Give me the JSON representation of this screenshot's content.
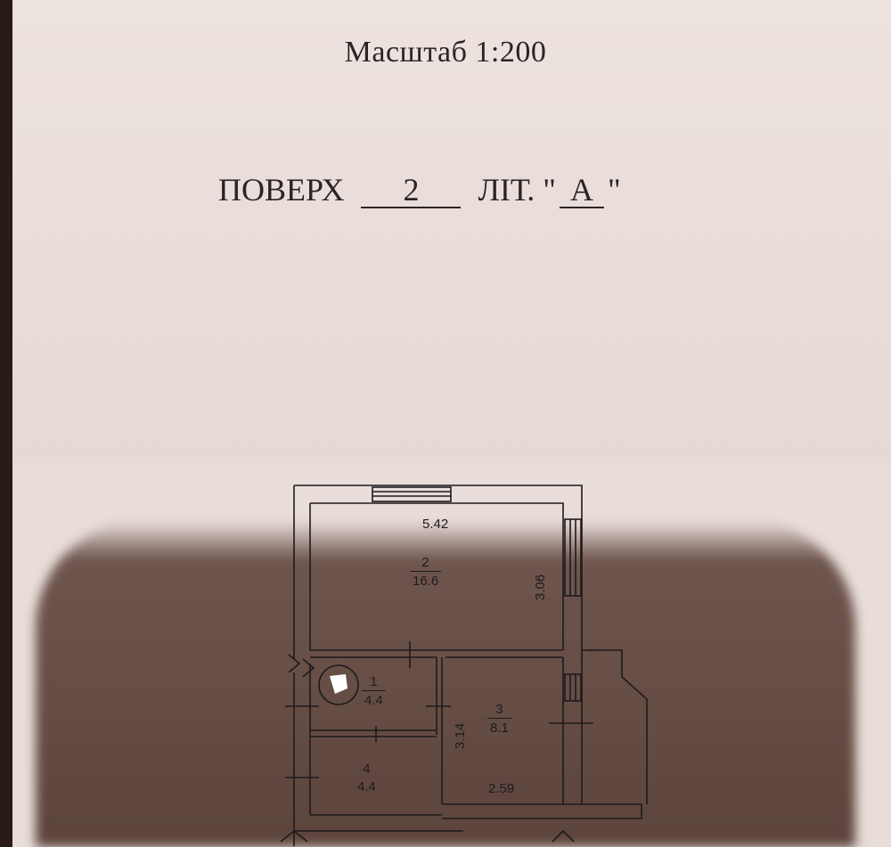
{
  "document": {
    "scale_label": "Масштаб 1:200",
    "floor_label": "ПОВЕРХ",
    "floor_number": "2",
    "litera_label": "ЛІТ. \"",
    "litera_value": "А",
    "litera_close": "\""
  },
  "floor_plan": {
    "dimensions": {
      "top_width": "5.42",
      "room2_height": "3.06",
      "room3_height": "3.14",
      "bottom_width": "2.59"
    },
    "rooms": [
      {
        "number": "1",
        "area": "4.4"
      },
      {
        "number": "2",
        "area": "16.6"
      },
      {
        "number": "3",
        "area": "8.1"
      },
      {
        "number": "4",
        "area": "4.4"
      }
    ]
  }
}
